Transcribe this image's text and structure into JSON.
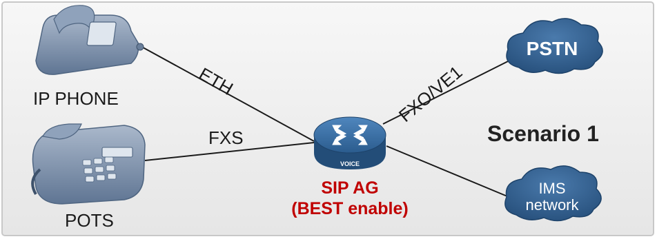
{
  "devices": {
    "ip_phone_label": "IP PHONE",
    "pots_label": "POTS"
  },
  "links": {
    "eth": "ETH",
    "fxs": "FXS",
    "fxo_e1": "FXO/VE1"
  },
  "router": {
    "badge": "VOICE",
    "name": "SIP AG",
    "subtitle": "(BEST enable)"
  },
  "clouds": {
    "pstn": "PSTN",
    "ims_line1": "IMS",
    "ims_line2": "network"
  },
  "scenario": "Scenario 1",
  "colors": {
    "cloud_fill": "#2f5a86",
    "router_fill": "#2e6497",
    "highlight_red": "#c00000",
    "phone_fill": "#7f93ad",
    "frame_fill": "#eeeeee"
  }
}
